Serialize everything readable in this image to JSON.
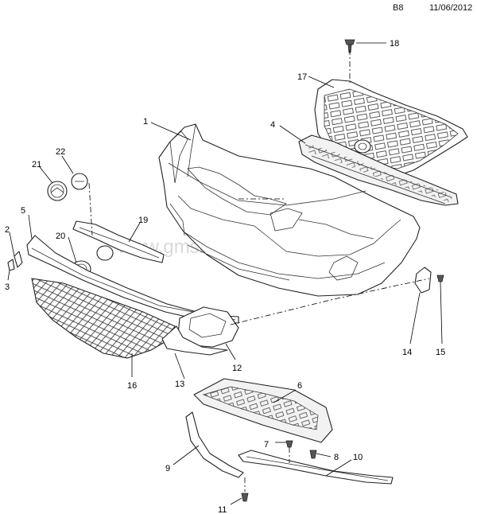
{
  "header": {
    "page_code": "B8",
    "date": "11/06/2012"
  },
  "watermark": "www.gmsklad.ru",
  "callouts": [
    "1",
    "2",
    "3",
    "4",
    "5",
    "6",
    "7",
    "8",
    "9",
    "10",
    "11",
    "12",
    "13",
    "14",
    "15",
    "16",
    "17",
    "18",
    "19",
    "20",
    "21",
    "22"
  ]
}
